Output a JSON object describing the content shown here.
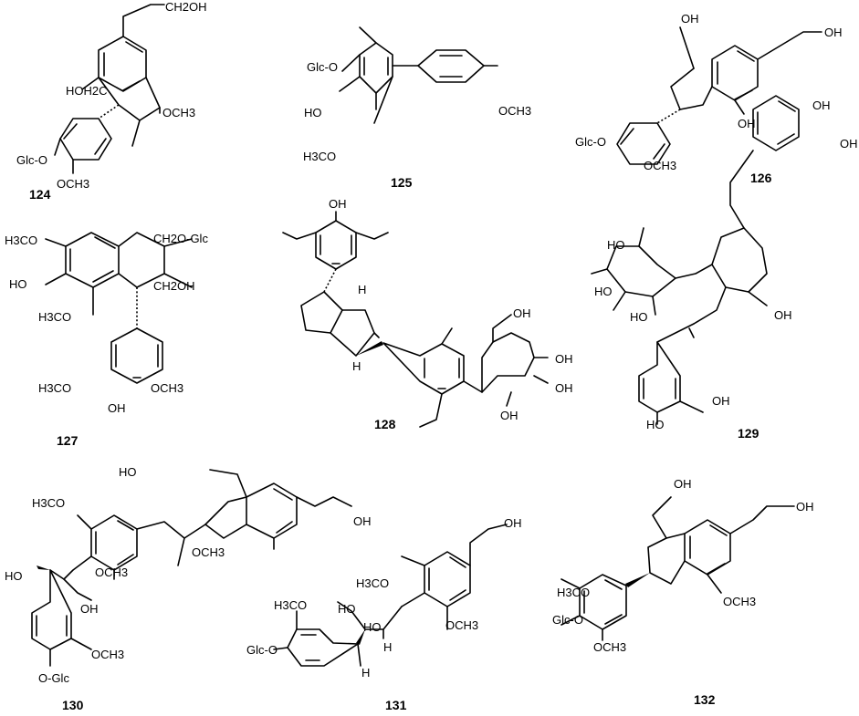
{
  "compounds": [
    {
      "id": "124",
      "labels": [
        "CH2OH",
        "HOH2C",
        "OCH3",
        "Glc-O",
        "OCH3"
      ]
    },
    {
      "id": "125",
      "labels": [
        "Glc-O",
        "HO",
        "H3CO",
        "OCH3"
      ]
    },
    {
      "id": "126",
      "labels": [
        "OH",
        "OH",
        "OH",
        "Glc-O",
        "OCH3"
      ]
    },
    {
      "id": "127",
      "labels": [
        "H3CO",
        "HO",
        "H3CO",
        "CH2O-Glc",
        "CH2OH",
        "H3CO",
        "OCH3",
        "OH"
      ]
    },
    {
      "id": "128",
      "labels": [
        "OH",
        "H",
        "H",
        "OH",
        "OH",
        "OH",
        "OH"
      ]
    },
    {
      "id": "129",
      "labels": [
        "OH",
        "OH",
        "HO",
        "HO",
        "HO",
        "OH",
        "OH",
        "HO"
      ]
    },
    {
      "id": "130",
      "labels": [
        "HO",
        "OH",
        "H3CO",
        "OCH3",
        "OCH3",
        "HO",
        "OH",
        "OCH3",
        "O-Glc"
      ]
    },
    {
      "id": "131",
      "labels": [
        "OH",
        "H3CO",
        "OCH3",
        "H3CO",
        "HO",
        "HO",
        "H",
        "Glc-O",
        "H"
      ]
    },
    {
      "id": "132",
      "labels": [
        "OH",
        "OH",
        "H3CO",
        "Glc-O",
        "OCH3",
        "OCH3"
      ]
    }
  ]
}
